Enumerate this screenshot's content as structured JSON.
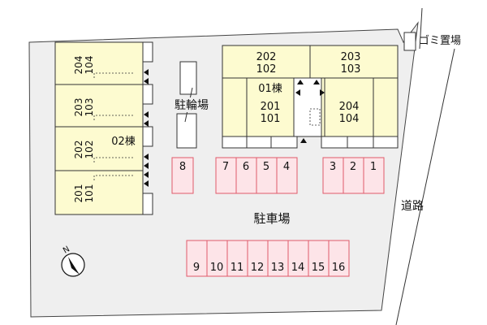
{
  "labels": {
    "building_01": "01棟",
    "building_02": "02棟",
    "bicycle_parking": "駐輪場",
    "parking_lot": "駐車場",
    "garbage_area": "ゴミ置場",
    "road": "道路",
    "north": "N"
  },
  "units_02": [
    {
      "upper": "204",
      "lower": "104"
    },
    {
      "upper": "203",
      "lower": "103"
    },
    {
      "upper": "202",
      "lower": "102"
    },
    {
      "upper": "201",
      "lower": "101"
    }
  ],
  "units_01": [
    {
      "upper": "202",
      "lower": "102"
    },
    {
      "upper": "203",
      "lower": "103"
    },
    {
      "upper": "201",
      "lower": "101"
    },
    {
      "upper": "204",
      "lower": "104"
    }
  ],
  "parking_spaces": [
    "8",
    "7",
    "6",
    "5",
    "4",
    "3",
    "2",
    "1",
    "9",
    "10",
    "11",
    "12",
    "13",
    "14",
    "15",
    "16"
  ],
  "colors": {
    "building_fill": "#fdfbd0",
    "parking_fill": "#fde4e8",
    "parking_stroke": "#e05a6a",
    "lot_fill": "#efefef"
  }
}
